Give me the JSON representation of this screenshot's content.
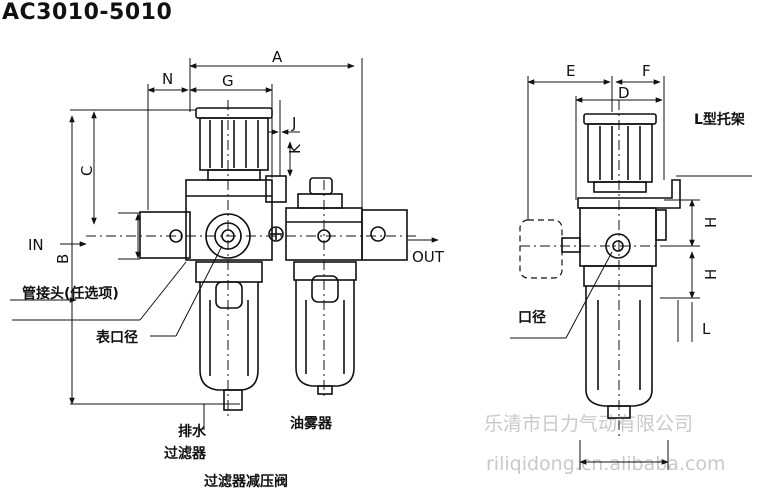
{
  "title": "AC3010-5010",
  "dims": {
    "A": "A",
    "G": "G",
    "N": "N",
    "J": "J",
    "K": "K",
    "C": "C",
    "B": "B",
    "E": "E",
    "F": "F",
    "D": "D",
    "H1": "H",
    "H2": "H",
    "L": "L"
  },
  "labels": {
    "in": "IN",
    "out": "OUT",
    "fitting": "管接头(任选项)",
    "gauge_port": "表口径",
    "drain_line1": "排水",
    "drain_line2": "过滤器",
    "lubricator": "油雾器",
    "filter_regulator": "过滤器减压阀",
    "bracket": "L型托架",
    "port": "口径"
  },
  "watermark": {
    "line1": "乐清市日力气动有限公司",
    "line2": "riliqidong.cn.alibaba.com"
  }
}
